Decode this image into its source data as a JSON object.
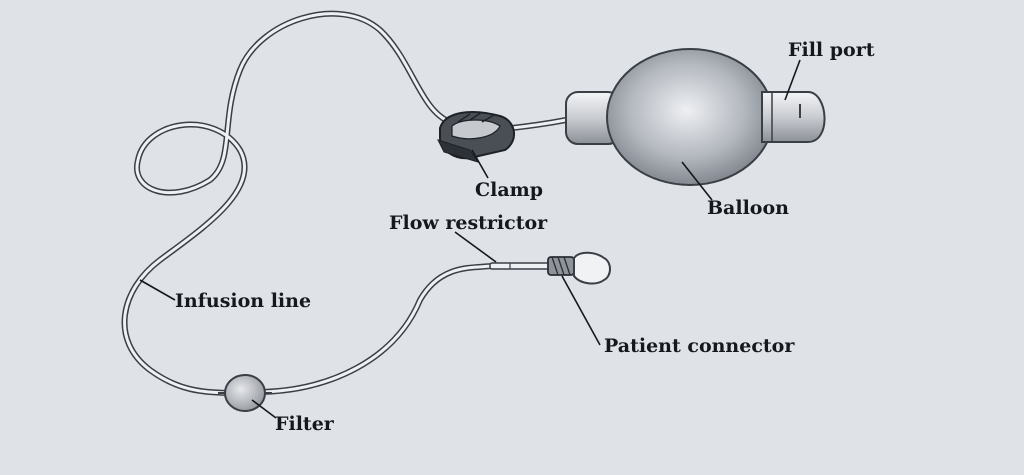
{
  "diagram": {
    "labels": {
      "fill_port": "Fill port",
      "balloon": "Balloon",
      "clamp": "Clamp",
      "flow_restrictor": "Flow restrictor",
      "infusion_line": "Infusion line",
      "patient_connector": "Patient connector",
      "filter": "Filter"
    },
    "colors": {
      "background": "#dfe2e7",
      "outline": "#3a3f46",
      "balloon_light": "#e9ebee",
      "balloon_dark": "#7a7f87",
      "text": "#15181c"
    }
  }
}
